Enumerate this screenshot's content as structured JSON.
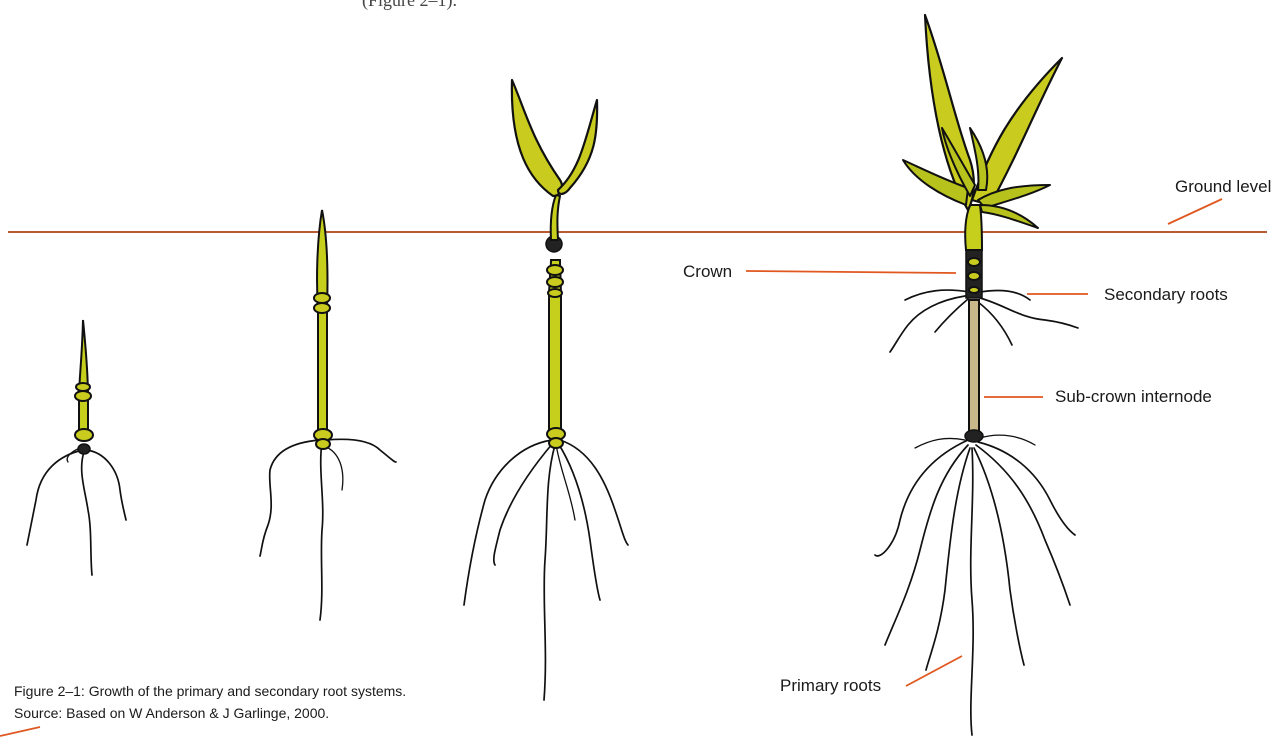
{
  "header": {
    "partial_text": "(Figure 2–1)."
  },
  "labels": {
    "ground_level": "Ground level",
    "crown": "Crown",
    "secondary_roots": "Secondary roots",
    "sub_crown_internode": "Sub-crown internode",
    "primary_roots": "Primary roots"
  },
  "caption": {
    "line1": "Figure 2–1: Growth of the primary and secondary root systems.",
    "line2": "Source: Based on W Anderson & J Garlinge, 2000."
  },
  "colors": {
    "leader": "#e0571f",
    "ground_line": "#b85a32",
    "leaf": "#c9cc1e",
    "sub_crown": "#c9b98a"
  }
}
